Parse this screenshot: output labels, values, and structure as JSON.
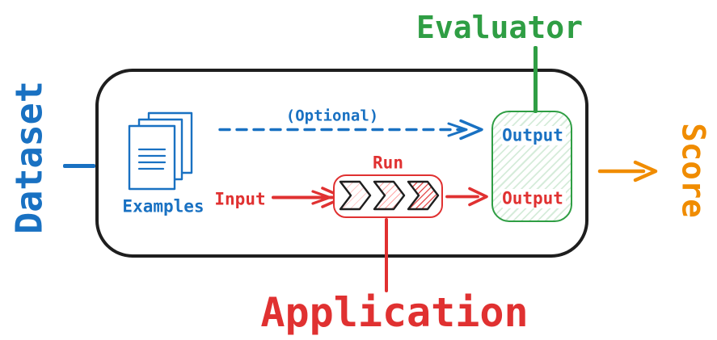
{
  "labels": {
    "dataset": "Dataset",
    "evaluator": "Evaluator",
    "score": "Score",
    "application": "Application",
    "examples": "Examples",
    "optional": "(Optional)",
    "input": "Input",
    "run": "Run",
    "reference_output": "Output",
    "run_output": "Output"
  },
  "colors": {
    "dataset_blue": "#1971c2",
    "application_red": "#e03131",
    "evaluator_green": "#2f9e44",
    "score_orange": "#f08c00",
    "outline_black": "#1e1e1e",
    "background": "#ffffff"
  }
}
